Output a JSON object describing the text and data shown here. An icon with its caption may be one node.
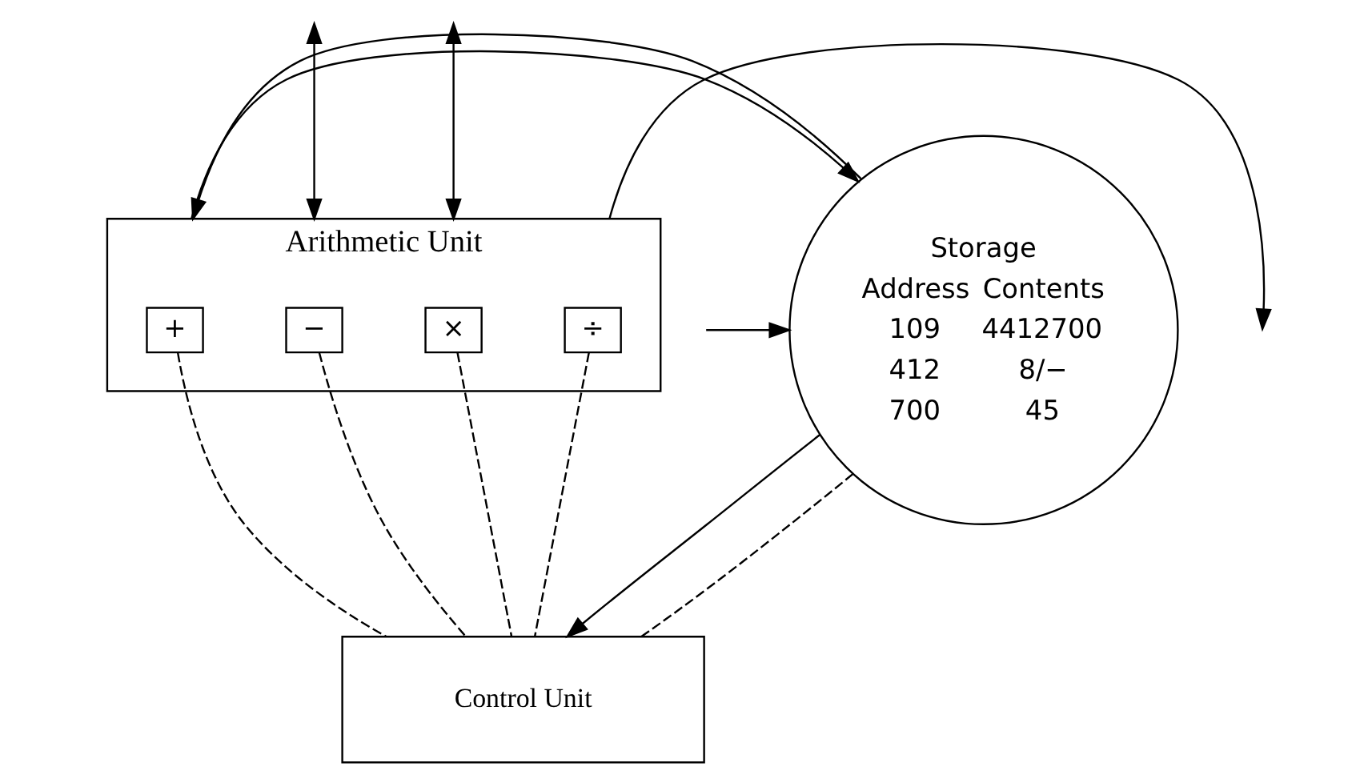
{
  "diagram": {
    "nodes": [
      {
        "text": [
          "Storage",
          "Address",
          "Contents",
          "109",
          "4412700",
          "412",
          "8/−",
          "700",
          "45"
        ]
      },
      {
        "text": [
          "Arithmetic Unit"
        ]
      },
      {
        "text": [
          "+"
        ],
        "in": 1
      },
      {
        "text": [
          "−"
        ],
        "in": 1
      },
      {
        "text": [
          "×"
        ],
        "in": 1
      },
      {
        "text": [
          "÷"
        ],
        "in": 1
      },
      {
        "text": [
          "Control Unit"
        ]
      }
    ],
    "edges": [
      {
        "from": null,
        "to": 0,
        "arrow": "to"
      },
      {
        "from": 0,
        "to": 1,
        "arrow": "to"
      },
      {
        "from": 1,
        "to": 0,
        "arrow": "to"
      },
      {
        "from": 1,
        "to": null,
        "arrow": "to"
      },
      {
        "from": null,
        "to": 1,
        "arrow": "both"
      },
      {
        "from": null,
        "to": 1,
        "arrow": "both"
      },
      {
        "from": 0,
        "to": 6,
        "arrow": "to"
      },
      {
        "from": 0,
        "to": 6,
        "arrow": "none",
        "style": "dashed"
      },
      {
        "from": 2,
        "to": 6,
        "arrow": "none",
        "style": "dashed"
      },
      {
        "from": 3,
        "to": 6,
        "arrow": "none",
        "style": "dashed"
      },
      {
        "from": 4,
        "to": 6,
        "arrow": "none",
        "style": "dashed"
      },
      {
        "from": 5,
        "to": 6,
        "arrow": "none",
        "style": "dashed"
      }
    ]
  }
}
